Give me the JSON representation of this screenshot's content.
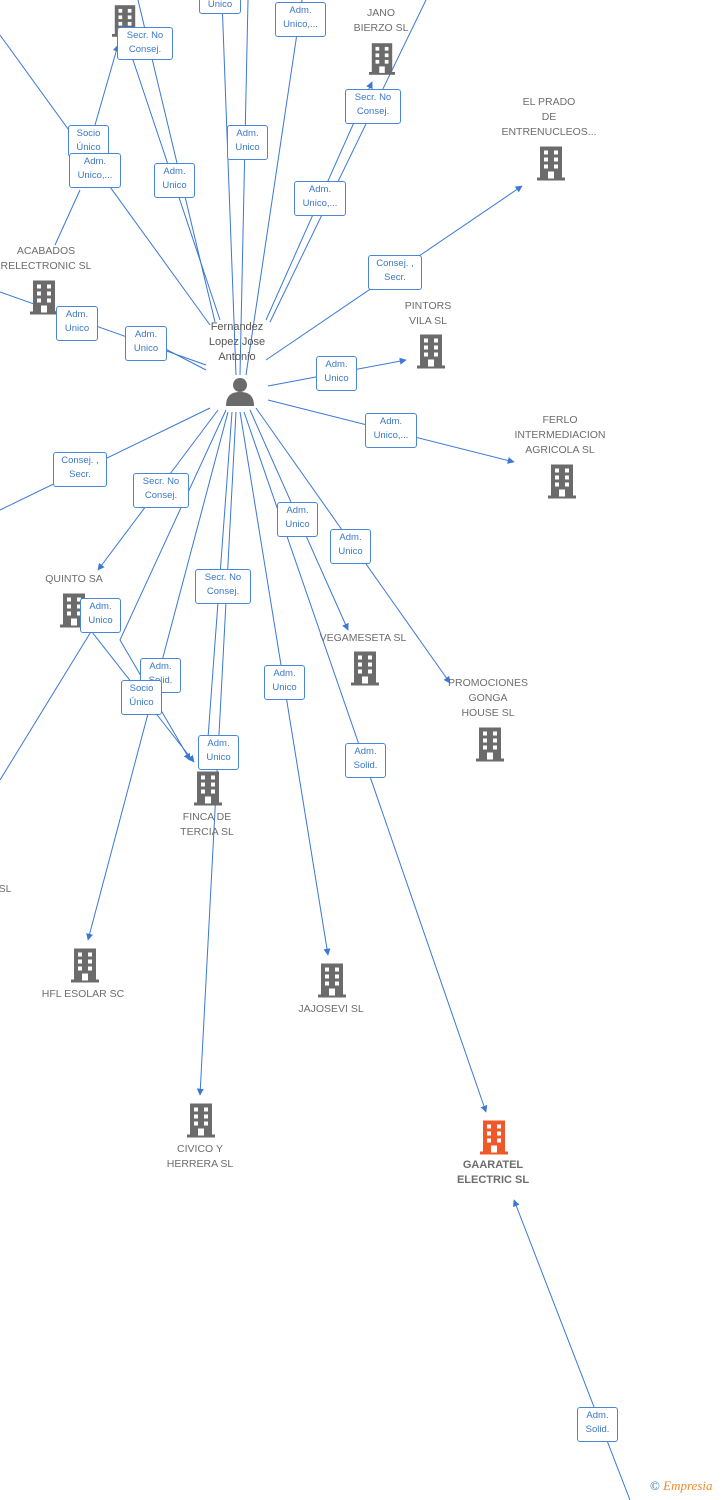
{
  "person": {
    "name": "Fernandez\nLopez Jose\nAntonio"
  },
  "colors": {
    "edge": "#3a78d4",
    "building": "#6b6b6b",
    "building_highlight": "#f0582a",
    "text": "#6d6d6d",
    "role_border": "#4a86d6"
  },
  "companies": [
    {
      "id": "c_top",
      "label": "",
      "highlight": false
    },
    {
      "id": "c_jano",
      "label": "JANO\nBIERZO  SL",
      "highlight": false
    },
    {
      "id": "c_elprado",
      "label": "EL PRADO\nDE\nENTRENUCLEOS...",
      "highlight": false
    },
    {
      "id": "c_acabados",
      "label": "ACABADOS\nRELECTRONIC SL",
      "highlight": false
    },
    {
      "id": "c_pintors",
      "label": "PINTORS\nVILA SL",
      "highlight": false
    },
    {
      "id": "c_ferlo",
      "label": "FERLO\nINTERMEDIACION\nAGRICOLA  SL",
      "highlight": false
    },
    {
      "id": "c_quinto",
      "label": "QUINTO SA",
      "highlight": false
    },
    {
      "id": "c_vegameseta",
      "label": "VEGAMESETA SL",
      "highlight": false
    },
    {
      "id": "c_promociones",
      "label": "PROMOCIONES\nGONGA\nHOUSE  SL",
      "highlight": false
    },
    {
      "id": "c_finca",
      "label": "FINCA DE\nTERCIA  SL",
      "highlight": false
    },
    {
      "id": "c_left_sl",
      "label": "SL",
      "highlight": false
    },
    {
      "id": "c_hfl",
      "label": "HFL ESOLAR SC",
      "highlight": false
    },
    {
      "id": "c_jajosevi",
      "label": "JAJOSEVI SL",
      "highlight": false
    },
    {
      "id": "c_civico",
      "label": "CIVICO Y\nHERRERA SL",
      "highlight": false
    },
    {
      "id": "c_gaaratel",
      "label": "GAARATEL\nELECTRIC  SL",
      "highlight": true
    }
  ],
  "roles": [
    {
      "id": "r1",
      "text": "Unico"
    },
    {
      "id": "r2",
      "text": "Adm.\nUnico,..."
    },
    {
      "id": "r3",
      "text": "Secr.  No\nConsej."
    },
    {
      "id": "r4",
      "text": "Socio\nÚnico"
    },
    {
      "id": "r5",
      "text": "Adm.\nUnico,..."
    },
    {
      "id": "r6",
      "text": "Adm.\nUnico"
    },
    {
      "id": "r7",
      "text": "Adm.\nUnico"
    },
    {
      "id": "r8",
      "text": "Secr.  No\nConsej."
    },
    {
      "id": "r9",
      "text": "Adm.\nUnico,..."
    },
    {
      "id": "r10",
      "text": "Consej. ,\nSecr."
    },
    {
      "id": "r11",
      "text": "Adm.\nUnico"
    },
    {
      "id": "r12",
      "text": "Adm.\nUnico"
    },
    {
      "id": "r13",
      "text": "Adm.\nUnico"
    },
    {
      "id": "r14",
      "text": "Adm.\nUnico,..."
    },
    {
      "id": "r15",
      "text": "Consej. ,\nSecr."
    },
    {
      "id": "r16",
      "text": "Secr.  No\nConsej."
    },
    {
      "id": "r17",
      "text": "Adm.\nUnico"
    },
    {
      "id": "r18",
      "text": "Adm.\nUnico"
    },
    {
      "id": "r19",
      "text": "Adm.\nUnico"
    },
    {
      "id": "r20",
      "text": "Secr.  No\nConsej."
    },
    {
      "id": "r21",
      "text": "Adm.\nSolid."
    },
    {
      "id": "r22",
      "text": "Socio\nÚnico"
    },
    {
      "id": "r23",
      "text": "Adm.\nUnico"
    },
    {
      "id": "r24",
      "text": "Adm.\nUnico"
    },
    {
      "id": "r25",
      "text": "Adm.\nSolid."
    },
    {
      "id": "r26",
      "text": "Adm.\nSolid."
    }
  ],
  "copyright": {
    "symbol": "©",
    "brand_first": "E",
    "brand_rest": "mpresia"
  }
}
